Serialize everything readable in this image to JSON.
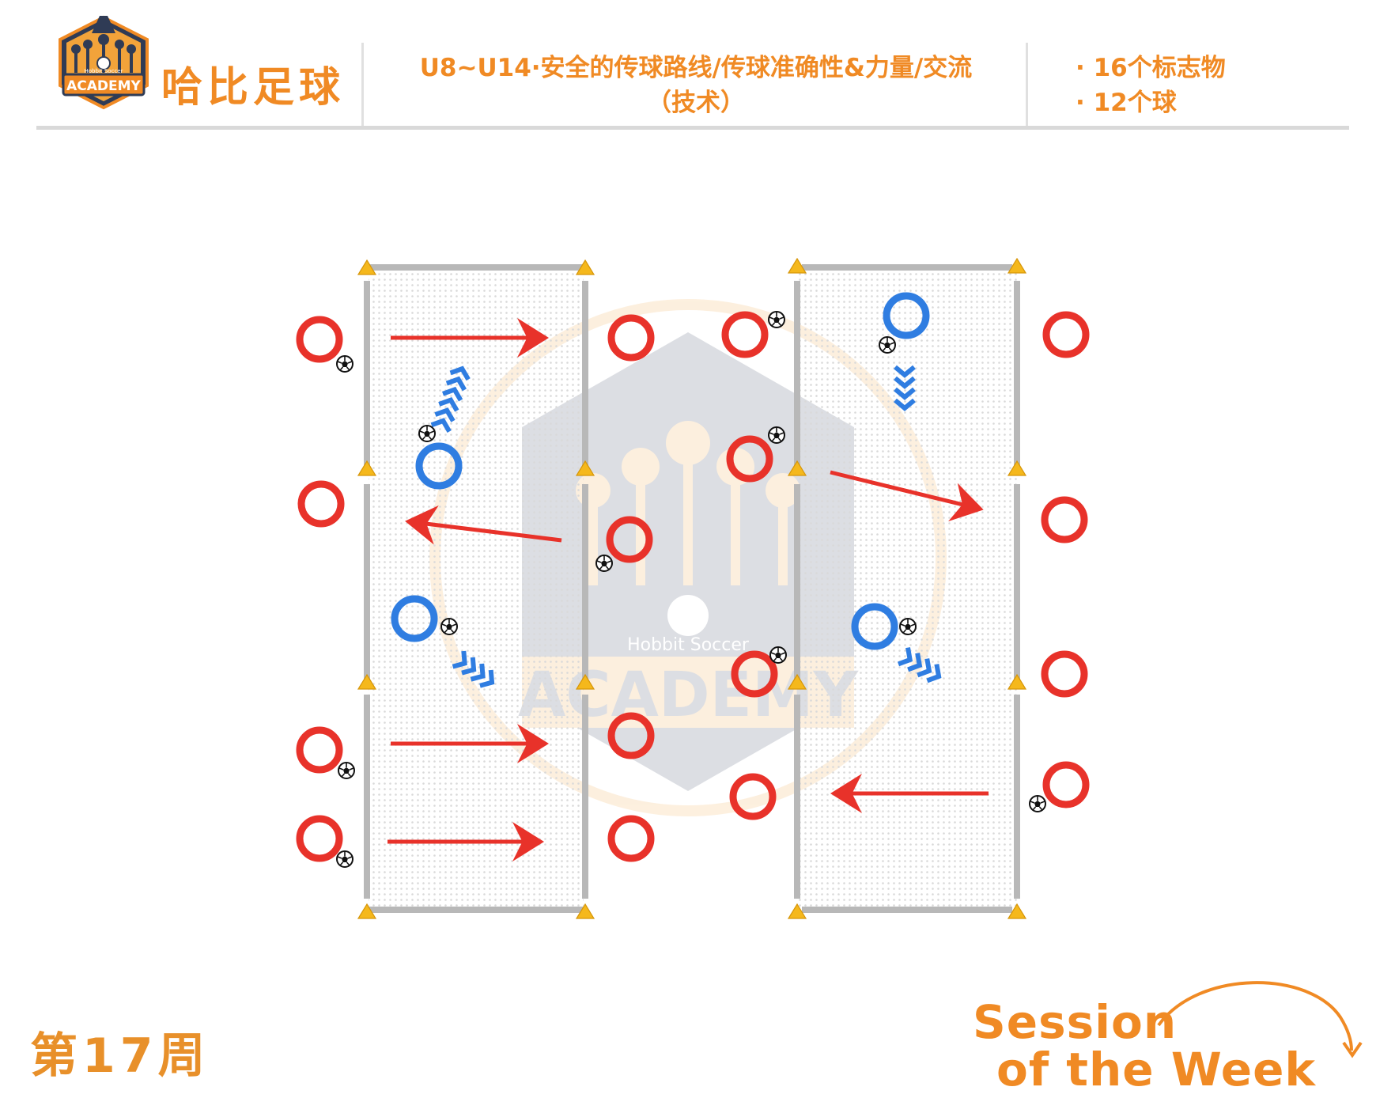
{
  "header": {
    "brand_name": "哈比足球",
    "logo_text_top": "Hobbit Soccer",
    "logo_text_main": "ACADEMY",
    "session_title_line1": "U8~U14·安全的传球路线/传球准确性&力量/交流",
    "session_title_line2": "（技术）",
    "equipment": [
      "· 16个标志物",
      "· 12个球"
    ]
  },
  "footer": {
    "week_label": "第17周",
    "sotw_line1": "Session",
    "sotw_line2": "of the Week"
  },
  "watermark": {
    "text_top": "Hobbit Soccer",
    "text_main": "ACADEMY"
  },
  "colors": {
    "brand_orange": "#f08a24",
    "player_red": "#e8322a",
    "player_blue": "#2f7de1",
    "pass_arrow_red": "#e8322a",
    "dribble_blue": "#2f7de1",
    "cone_yellow": "#f2b21b",
    "field_line_gray": "#b8b8b8"
  }
}
